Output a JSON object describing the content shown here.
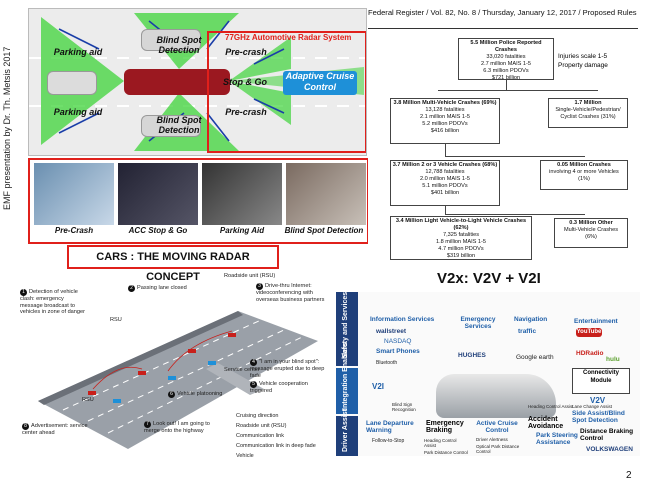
{
  "side_text": "EMF presentation by Dr. Th. Metsis 2017",
  "radar": {
    "title": "77GHz Automotive Radar System",
    "zones": {
      "parking_aid_top": "Parking aid",
      "parking_aid_bottom": "Parking aid",
      "blind_spot_top": "Blind Spot Detection",
      "blind_spot_bottom": "Blind Spot Detection",
      "precrash_top": "Pre-crash",
      "precrash_bottom": "Pre-crash",
      "stop_go": "Stop & Go",
      "acc": "Adaptive Cruise Control"
    },
    "colors": {
      "zone": "#3fd43a",
      "accent_red": "#e0201b",
      "acc_blue": "#1e90d8"
    }
  },
  "thumbnails": [
    "Pre-Crash",
    "ACC Stop & Go",
    "Parking Aid",
    "Blind Spot Detection"
  ],
  "concept_title": "CARS : THE MOVING RADAR CONCEPT",
  "federal_register": {
    "header": "Federal Register / Vol. 82, No. 8 / Thursday, January 12, 2017 / Proposed Rules",
    "top": {
      "title": "5.5 Million Police Reported Crashes",
      "lines": [
        "33,020 fatalities",
        "2.7 million MAIS 1-5",
        "6.3 million PDOVs",
        "$721 billion"
      ]
    },
    "injury_notes": [
      "Injuries scale 1-5",
      "Property damage"
    ],
    "multi": {
      "title": "3.8 Million Multi-Vehicle Crashes (69%)",
      "lines": [
        "13,128 fatalities",
        "2.1 million MAIS 1-5",
        "5.2 million PDOVs",
        "$416 billion"
      ]
    },
    "single": {
      "title": "1.7 Million",
      "lines": [
        "Single-Vehicle/Pedestrian/",
        "Cyclist Crashes (31%)"
      ]
    },
    "two_three": {
      "title": "3.7 Million 2 or 3 Vehicle Crashes (68%)",
      "lines": [
        "12,788 fatalities",
        "2.0 million MAIS 1-5",
        "5.1 million PDOVs",
        "$401 billion"
      ]
    },
    "four_more": {
      "title": "0.05 Million Crashes",
      "lines": [
        "involving 4 or more Vehicles",
        "(1%)"
      ]
    },
    "light": {
      "title": "3.4 Million Light Vehicle-to-Light Vehicle Crashes (62%)",
      "lines": [
        "7,325 fatalities",
        "1.8 million MAIS 1-5",
        "4.7 million PDOVs",
        "$319 billion"
      ]
    },
    "other": {
      "title": "0.3 Million Other",
      "lines": [
        "Multi-Vehicle Crashes",
        "(6%)"
      ]
    }
  },
  "v2x": {
    "title": "V2x: V2V + V2I",
    "row_labels": [
      "Safety and Services",
      "Integration Enablers",
      "Driver Assist"
    ],
    "categories": {
      "info": "Information Services",
      "emergency": "Emergency Services",
      "navigation": "Navigation",
      "entertainment": "Entertainment",
      "smartphones": "Smart Phones",
      "v2i": "V2I",
      "connectivity": "Connectivity Module",
      "v2v": "V2V"
    },
    "brands": [
      "wallstreet",
      "NASDAQ",
      "traffic",
      "YouTube",
      "HUGHES",
      "Google earth",
      "HDRadio",
      "hulu",
      "Bluetooth"
    ],
    "assist": {
      "lane": "Lane Departure Warning",
      "follow": "Follow-to-Stop",
      "blind_nav": "Blind Sign Recognition",
      "emergency_braking": "Emergency Braking",
      "heading": "Heading Control Assist",
      "active_cruise": "Active Cruise Control",
      "driver_alert": "Driver Alertness",
      "optical_park": "Optical Park Distance Control",
      "park_distance": "Park Distance Control",
      "accident": "Accident Avoidance",
      "side_assist": "Side Assist/Blind Spot Detection",
      "distance_braking": "Distance Braking Control",
      "park_steering": "Park Steering Assistance",
      "heading_control": "Heading Control Assist",
      "lane_assist": "Lane Change Assist",
      "brand": "VOLKSWAGEN"
    }
  },
  "diagram": {
    "callouts": [
      {
        "n": "1",
        "text": "Detection of vehicle clash: emergency message broadcast to vehicles in zone of danger"
      },
      {
        "n": "2",
        "text": "Passing lane closed"
      },
      {
        "n": "3",
        "text": "Drive-thru Internet: videoconferencing with overseas business partners"
      },
      {
        "n": "4",
        "text": "\"I am in your blind spot\": message erupted due to deep fade"
      },
      {
        "n": "5",
        "text": "Vehicle cooperation triggered"
      },
      {
        "n": "6",
        "text": "Vehicle platooning"
      },
      {
        "n": "7",
        "text": "Look out! I am going to merge onto the highway"
      },
      {
        "n": "8",
        "text": "Advertisement: service center ahead"
      }
    ],
    "labels": {
      "rsu_top": "Roadside unit (RSU)",
      "rsu_left": "RSU",
      "rsu_mid": "RSU",
      "service": "Service center"
    },
    "legend": [
      "Cruising direction",
      "Roadside unit (RSU)",
      "Communication link",
      "Communication link in deep fade",
      "Vehicle"
    ]
  },
  "page_number": "2"
}
